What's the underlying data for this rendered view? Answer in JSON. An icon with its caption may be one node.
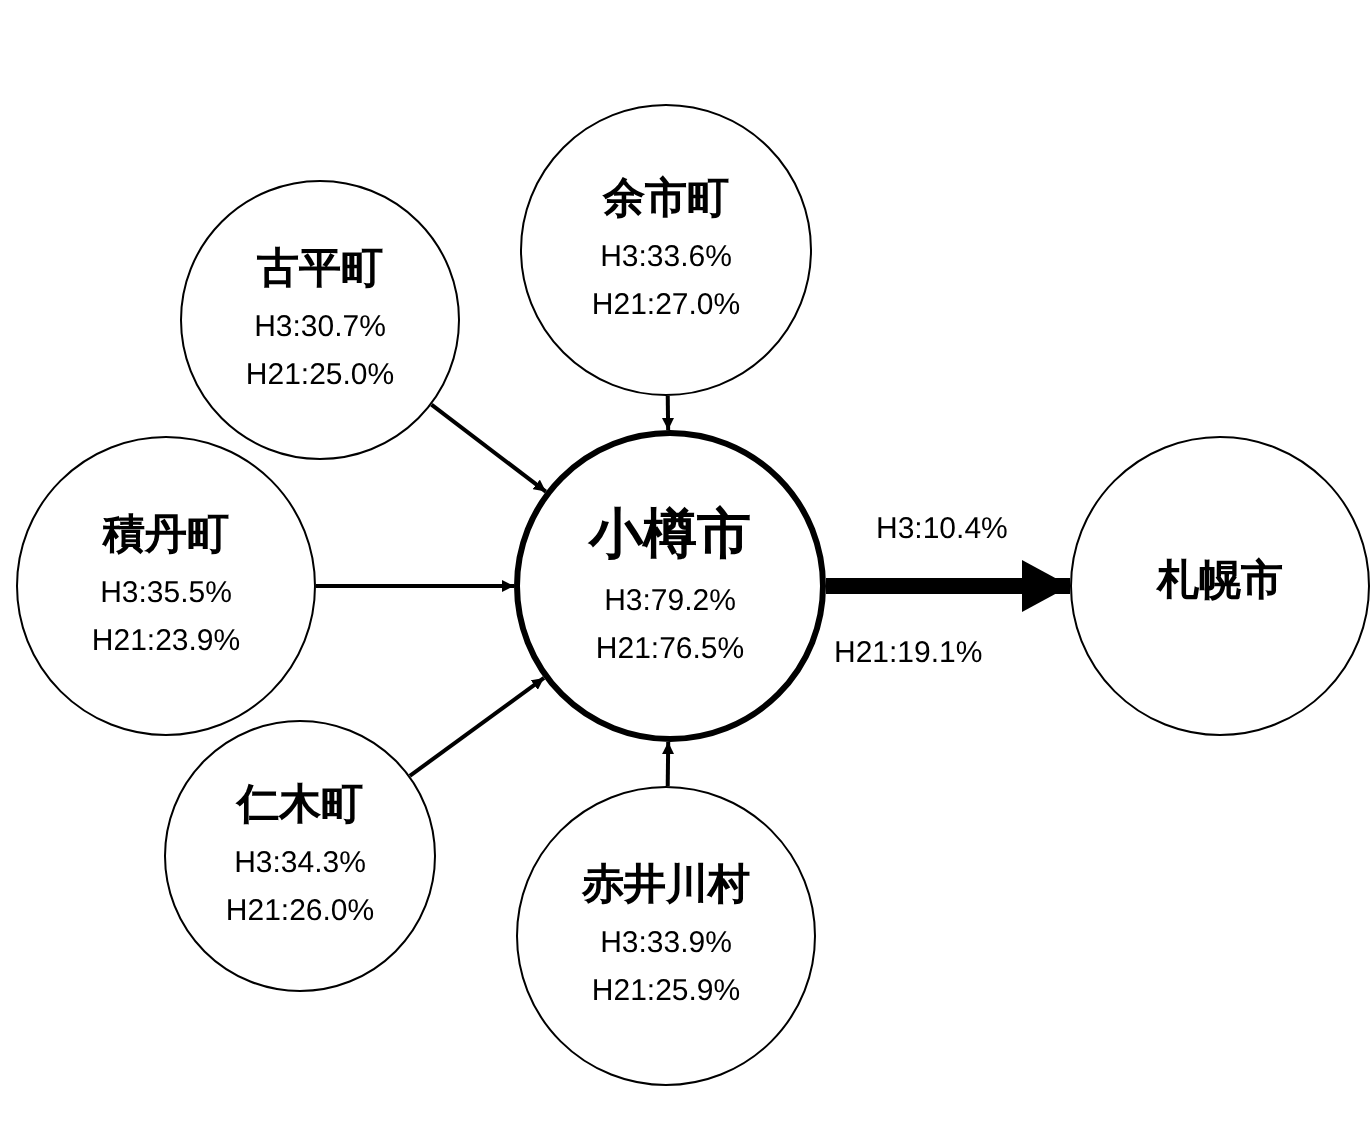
{
  "diagram": {
    "nodes": [
      {
        "text": [
          "小樽市",
          "H3:79.2%",
          "H21:76.5%"
        ]
      },
      {
        "text": [
          "余市町",
          "H3:33.6%",
          "H21:27.0%"
        ]
      },
      {
        "text": [
          "古平町",
          "H3:30.7%",
          "H21:25.0%"
        ]
      },
      {
        "text": [
          "積丹町",
          "H3:35.5%",
          "H21:23.9%"
        ]
      },
      {
        "text": [
          "仁木町",
          "H3:34.3%",
          "H21:26.0%"
        ]
      },
      {
        "text": [
          "赤井川村",
          "H3:33.9%",
          "H21:25.9%"
        ]
      },
      {
        "text": [
          "札幌市"
        ]
      }
    ],
    "edges": [
      {
        "from": 1,
        "to": 0,
        "arrow": "to"
      },
      {
        "from": 2,
        "to": 0,
        "arrow": "to"
      },
      {
        "from": 3,
        "to": 0,
        "arrow": "to"
      },
      {
        "from": 4,
        "to": 0,
        "arrow": "to"
      },
      {
        "from": 5,
        "to": 0,
        "arrow": "to"
      },
      {
        "from": 0,
        "to": 6,
        "arrow": "to",
        "style": "thick",
        "label": "H3:10.4%"
      }
    ],
    "labels": [
      "H21:19.1%"
    ]
  }
}
